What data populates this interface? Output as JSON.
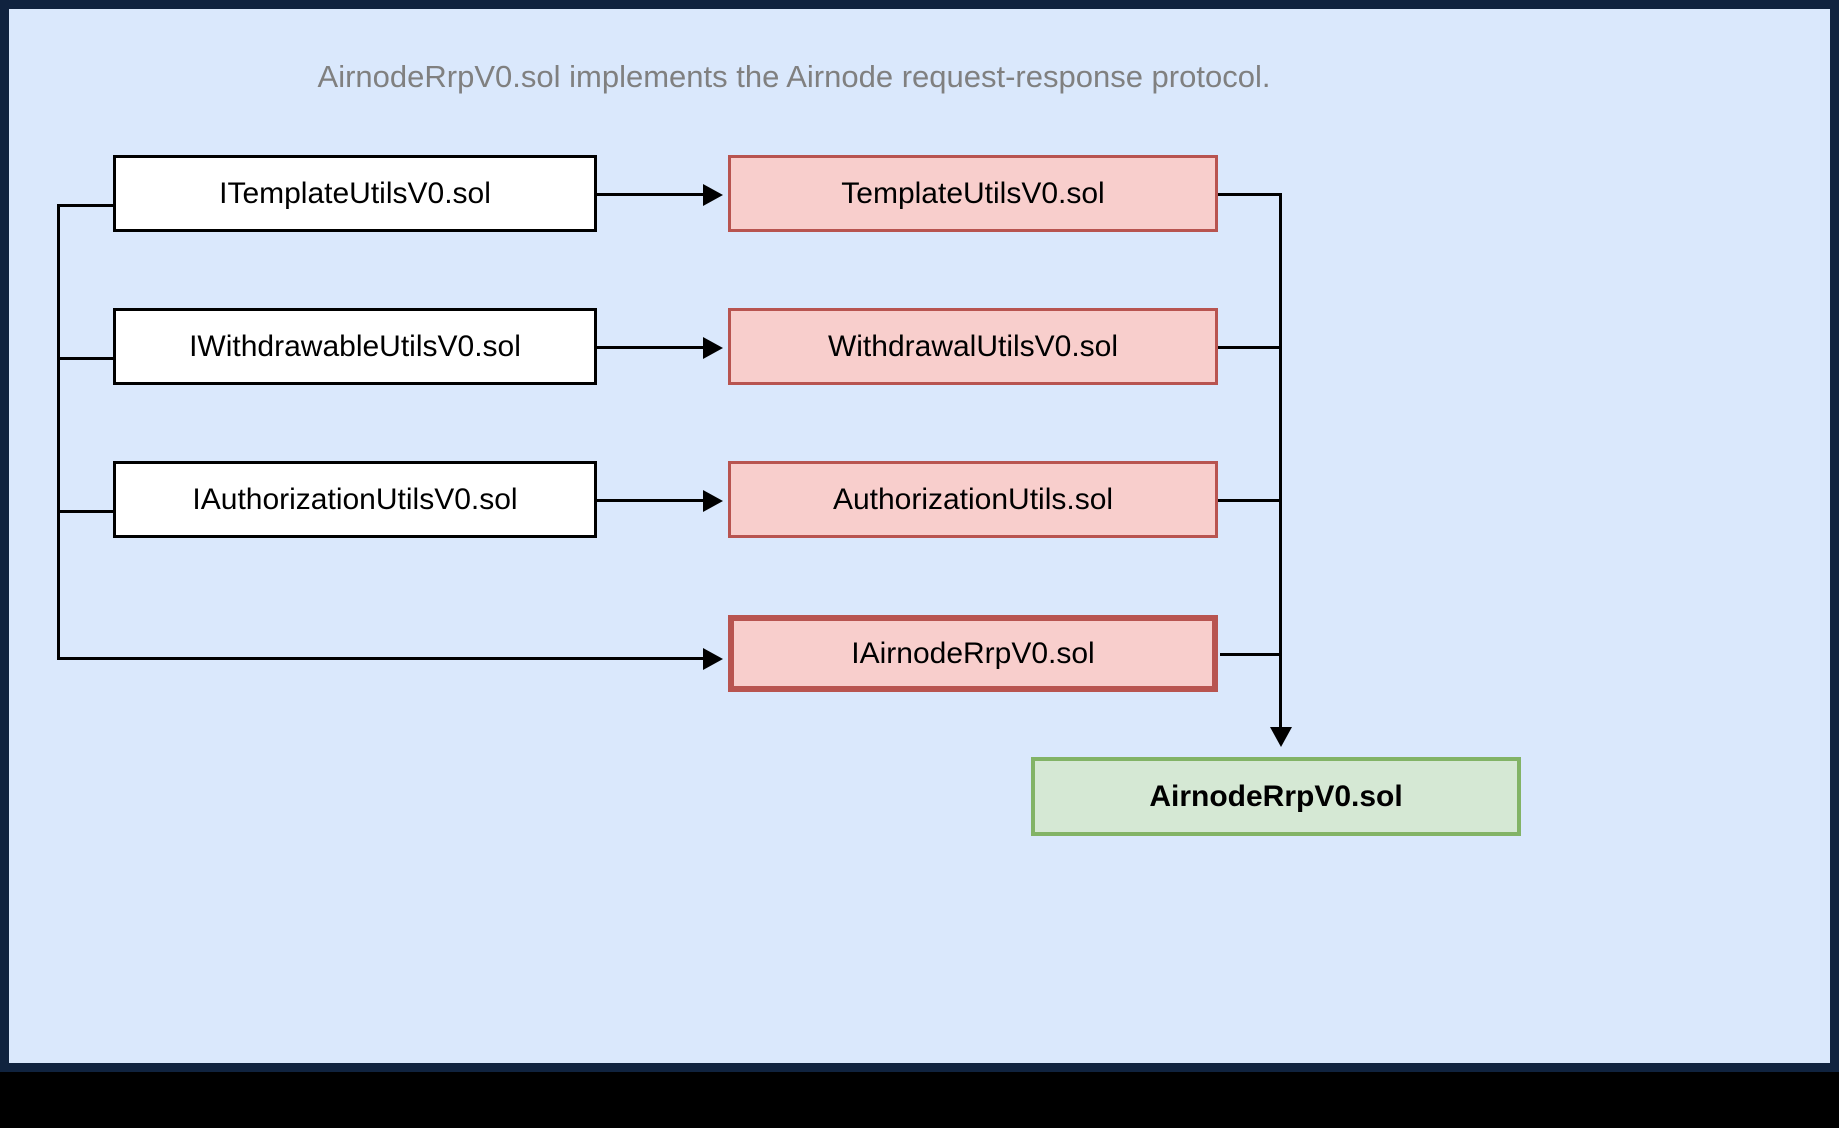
{
  "diagram": {
    "title": "AirnodeRrpV0.sol implements the Airnode request-response protocol.",
    "colors": {
      "canvas_background": "#dae8fc",
      "frame_border": "#10233f",
      "title_text": "#808080",
      "interface_fill": "#ffffff",
      "interface_border": "#000000",
      "implementation_fill": "#f8cecc",
      "implementation_border": "#b85450",
      "target_fill": "#d5e8d4",
      "target_border": "#82b366",
      "connector": "#000000"
    },
    "interfaces": [
      {
        "label": "ITemplateUtilsV0.sol"
      },
      {
        "label": "IWithdrawableUtilsV0.sol"
      },
      {
        "label": "IAuthorizationUtilsV0.sol"
      }
    ],
    "implementations": [
      {
        "label": "TemplateUtilsV0.sol"
      },
      {
        "label": "WithdrawalUtilsV0.sol"
      },
      {
        "label": "AuthorizationUtils.sol"
      },
      {
        "label": "IAirnodeRrpV0.sol"
      }
    ],
    "target": {
      "label": "AirnodeRrpV0.sol"
    }
  }
}
